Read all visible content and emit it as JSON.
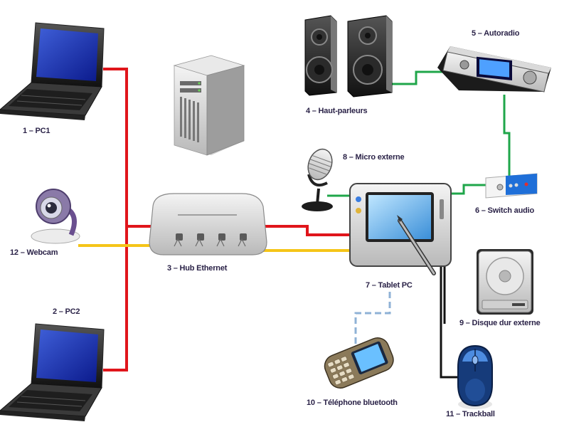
{
  "labels": {
    "pc1": "1 – PC1",
    "pc2": "2 – PC2",
    "hub": "3 – Hub Ethernet",
    "speakers": "4 – Haut-parleurs",
    "autoradio": "5 – Autoradio",
    "switch_audio": "6 – Switch audio",
    "tablet": "7 – Tablet PC",
    "micro": "8 – Micro externe",
    "disk": "9 – Disque dur externe",
    "phone": "10 – Téléphone bluetooth",
    "trackball": "11 – Trackball",
    "webcam": "12 – Webcam"
  },
  "colors": {
    "ethernet": "#e0151b",
    "usb": "#f5c518",
    "audio": "#1fa64a",
    "bluetooth": "#8fb2d6",
    "wired": "#111111",
    "label": "#2b2348"
  },
  "icons": [
    "laptop-icon",
    "server-icon",
    "hub-icon",
    "speakers-icon",
    "car-radio-icon",
    "audio-switch-icon",
    "tablet-pc-icon",
    "microphone-icon",
    "hard-disk-icon",
    "mobile-phone-icon",
    "mouse-icon",
    "webcam-icon"
  ]
}
